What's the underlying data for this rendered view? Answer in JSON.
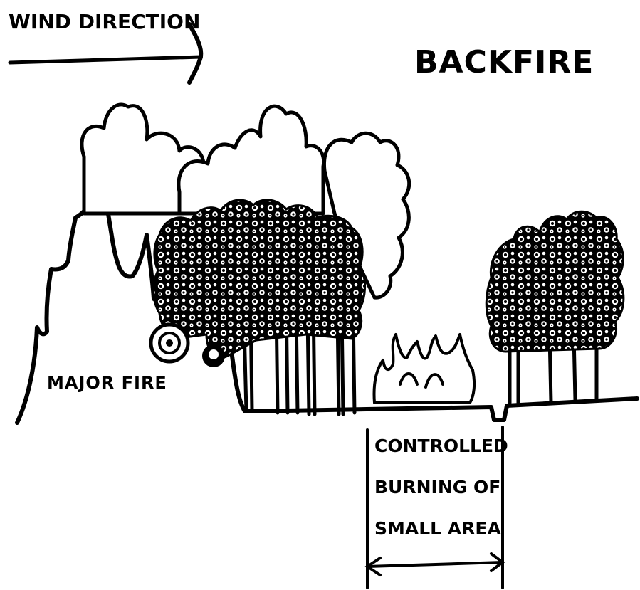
{
  "labels": {
    "wind_direction": "WIND DIRECTION",
    "title": "BACKFIRE",
    "major_fire": "MAJOR FIRE",
    "controlled_lines": [
      "CONTROLLED",
      "BURNING OF",
      "SMALL AREA"
    ]
  },
  "colors": {
    "ink": "#000000",
    "paper": "#ffffff"
  }
}
